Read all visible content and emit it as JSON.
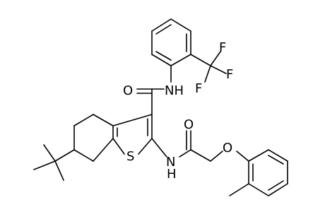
{
  "molecule": {
    "atoms": {
      "f1": "F",
      "f2": "F",
      "f3": "F",
      "carbonyl_o1": "O",
      "amide_nh1": "NH",
      "carbonyl_o2": "O",
      "ether_o": "O",
      "sulfur": "S",
      "amide_nh2_n": "N",
      "amide_nh2_h": "H"
    }
  }
}
